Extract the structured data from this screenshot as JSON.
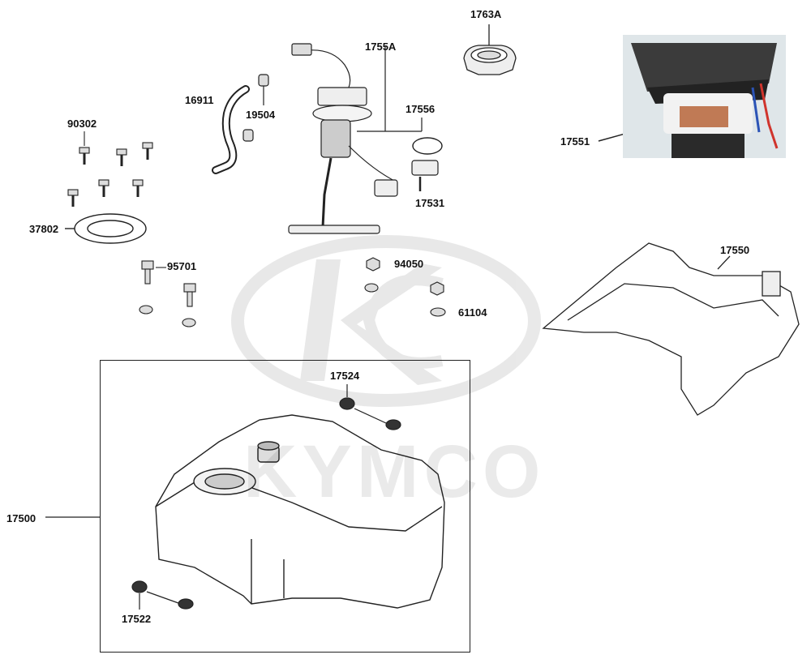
{
  "diagram": {
    "watermark_brand": "KYMCO",
    "parts": [
      {
        "id": "p-1763a",
        "number": "1763A",
        "name": "fuel-cap-icon"
      },
      {
        "id": "p-1755a",
        "number": "1755A",
        "name": "fuel-pump-assembly-icon"
      },
      {
        "id": "p-17556",
        "number": "17556",
        "name": "o-ring-icon"
      },
      {
        "id": "p-17531",
        "number": "17531",
        "name": "fuel-level-sensor-icon"
      },
      {
        "id": "p-16911",
        "number": "16911",
        "name": "fuel-hose-icon"
      },
      {
        "id": "p-19504",
        "number": "19504",
        "name": "hose-clamp-icon"
      },
      {
        "id": "p-90302",
        "number": "90302",
        "name": "screw-set-icon"
      },
      {
        "id": "p-37802",
        "number": "37802",
        "name": "gasket-icon"
      },
      {
        "id": "p-95701",
        "number": "95701",
        "name": "bolt-icon"
      },
      {
        "id": "p-94050",
        "number": "94050",
        "name": "nut-icon"
      },
      {
        "id": "p-61104",
        "number": "61104",
        "name": "washer-icon"
      },
      {
        "id": "p-17551",
        "number": "17551",
        "name": "pump-filter-photo"
      },
      {
        "id": "p-17550",
        "number": "17550",
        "name": "tank-cover-icon"
      },
      {
        "id": "p-17524",
        "number": "17524",
        "name": "upper-rubber-mount-icon"
      },
      {
        "id": "p-17500",
        "number": "17500",
        "name": "fuel-tank-icon"
      },
      {
        "id": "p-17522",
        "number": "17522",
        "name": "lower-rubber-mount-icon"
      }
    ]
  }
}
